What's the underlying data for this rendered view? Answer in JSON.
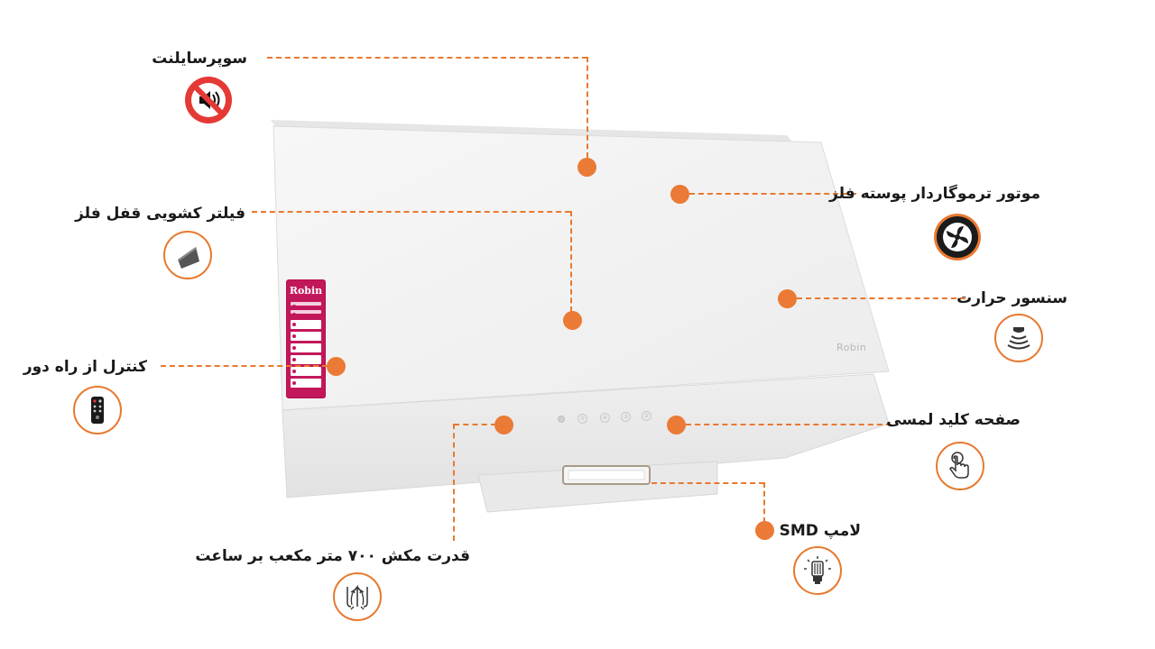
{
  "product": {
    "brand_on_hood": "Robin",
    "brand_on_tag": "Robin",
    "touch_buttons": [
      "①",
      "②",
      "④",
      "③",
      "③"
    ]
  },
  "features": {
    "super_silent": {
      "label": "سوپرسایلنت",
      "icon": "no-sound-icon"
    },
    "motor": {
      "label": "موتور ترموگاردار پوسته فلز",
      "icon": "fan-icon"
    },
    "filter": {
      "label": "فیلتر کشویی قفل فلز",
      "icon": "filter-plate-icon"
    },
    "heat_sensor": {
      "label": "سنسور حرارت",
      "icon": "sensor-icon"
    },
    "remote": {
      "label": "کنترل از راه دور",
      "icon": "remote-control-icon"
    },
    "touch_panel": {
      "label": "صفحه کلید لمسی",
      "icon": "touch-hand-icon"
    },
    "smd_lamp": {
      "label": "لامپ SMD",
      "icon": "lamp-icon"
    },
    "suction": {
      "label": "قدرت مکش ۷۰۰ متر مکعب بر ساعت",
      "icon": "airflow-icon"
    }
  },
  "colors": {
    "accent": "#ea7a35",
    "tag": "#c2185b",
    "no_sign": "#e53935"
  }
}
